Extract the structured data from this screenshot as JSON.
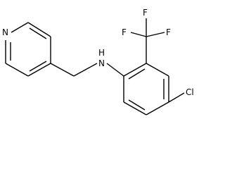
{
  "structure": {
    "atoms": {
      "nitrogen_ring": "N",
      "nitrogen_amine": "N",
      "amine_hydrogen": "H",
      "fluorine_top_left": "F",
      "fluorine_top_right": "F",
      "fluorine_right": "F",
      "chlorine": "Cl"
    }
  }
}
